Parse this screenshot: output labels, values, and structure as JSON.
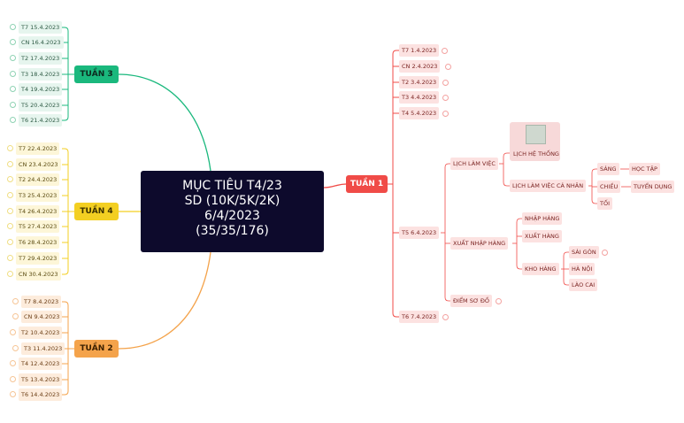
{
  "colors": {
    "week3": "#1ab87d",
    "week4": "#f3cf22",
    "week2": "#f4a34b",
    "week1": "#f04b47",
    "day3_bg": "#e6f5ee",
    "day4_bg": "#fdf6d8",
    "day2_bg": "#fdecdc",
    "day1_bg": "#fce2e1"
  },
  "central": {
    "lines": [
      "MỤC TIÊU T4/23",
      "SD (10K/5K/2K)",
      "6/4/2023",
      "(35/35/176)"
    ]
  },
  "week3": {
    "label": "TUẦN 3",
    "days": [
      "T7 15.4.2023",
      "CN 16.4.2023",
      "T2 17.4.2023",
      "T3 18.4.2023",
      "T4 19.4.2023",
      "T5 20.4.2023",
      "T6 21.4.2023"
    ]
  },
  "week4": {
    "label": "TUẦN 4",
    "days": [
      "T7 22.4.2023",
      "CN 23.4.2023",
      "T2 24.4.2023",
      "T3 25.4.2023",
      "T4 26.4.2023",
      "T5 27.4.2023",
      "T6 28.4.2023",
      "T7 29.4.2023",
      "CN 30.4.2023"
    ]
  },
  "week2": {
    "label": "TUẦN 2",
    "days": [
      "T7 8.4.2023",
      "CN 9.4.2023",
      "T2 10.4.2023",
      "T3 11.4.2023",
      "T4 12.4.2023",
      "T5 13.4.2023",
      "T6 14.4.2023"
    ]
  },
  "week1": {
    "label": "TUẦN 1",
    "days": [
      "T7 1.4.2023",
      "CN 2.4.2023",
      "T2 3.4.2023",
      "T3 4.4.2023",
      "T4 5.4.2023",
      "T5 6.4.2023",
      "T6 7.4.2023"
    ],
    "t5": {
      "lich_lam_viec": "LỊCH LÀM VIỆC",
      "lich_he_thong": "LỊCH HỆ THỐNG",
      "lich_ca_nhan": "LỊCH LÀM VIỆC CÁ NHÂN",
      "sang": "SÁNG",
      "hoc_tap": "HỌC TẬP",
      "chieu": "CHIỀU",
      "tuyen_dung": "TUYỂN DỤNG",
      "toi": "TỐI",
      "xuat_nhap_hang": "XUẤT NHẬP HÀNG",
      "nhap_hang": "NHẬP HÀNG",
      "xuat_hang": "XUẤT HÀNG",
      "kho_hang": "KHO HÀNG",
      "sai_gon": "SÀI GÒN",
      "ha_noi": "HÀ NỘI",
      "lao_cai": "LÀO CAI",
      "diem_so_do": "ĐIỂM SƠ ĐỒ"
    }
  }
}
